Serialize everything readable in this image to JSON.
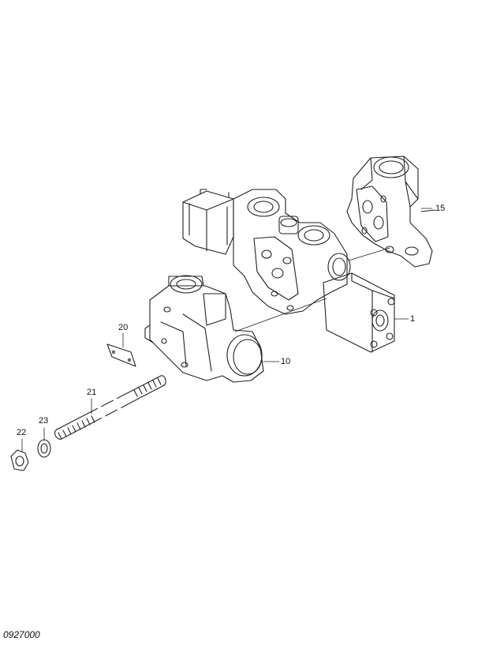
{
  "diagram": {
    "callouts": [
      {
        "id": "15",
        "label": "15"
      },
      {
        "id": "1",
        "label": "1"
      },
      {
        "id": "20",
        "label": "20"
      },
      {
        "id": "10",
        "label": "10"
      },
      {
        "id": "21",
        "label": "21"
      },
      {
        "id": "23",
        "label": "23"
      },
      {
        "id": "22",
        "label": "22"
      }
    ],
    "figure_code": "0927000"
  }
}
